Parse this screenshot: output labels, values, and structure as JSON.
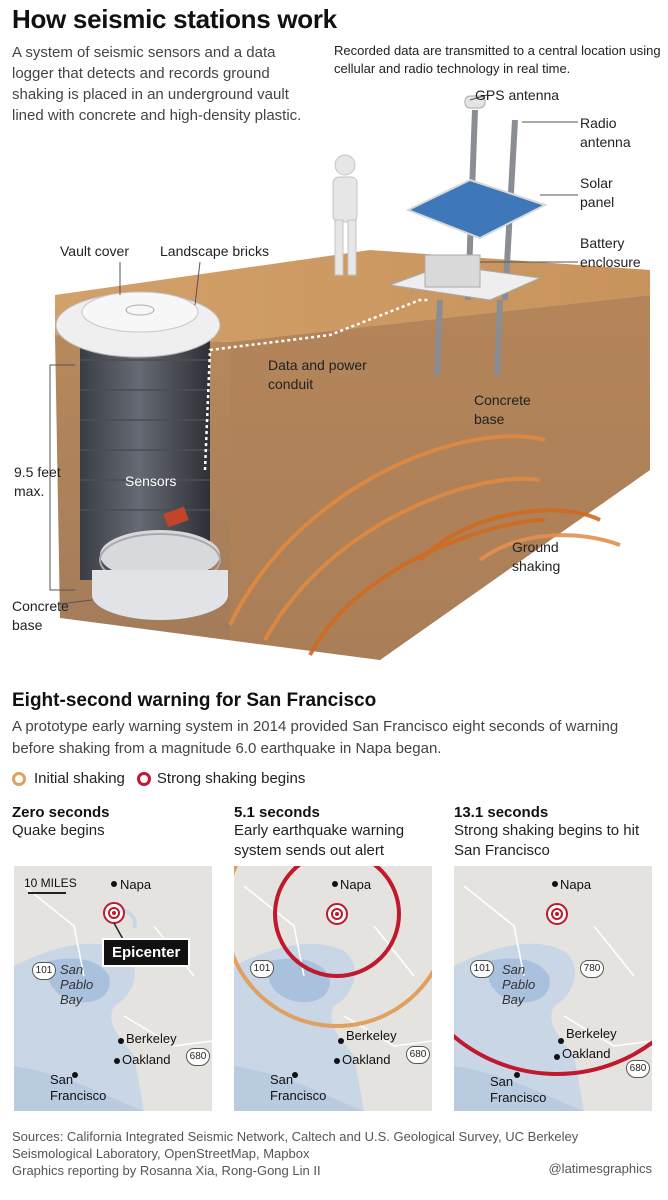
{
  "header": {
    "title": "How seismic stations work",
    "intro": "A system of seismic sensors and a data logger that detects and records ground shaking is placed in an underground vault lined with concrete and high-density plastic.",
    "note": "Recorded data are transmitted to a central location using cellular and radio technology in real time."
  },
  "diagram": {
    "labels": {
      "gps": "GPS antenna",
      "radio": "Radio antenna",
      "solar": "Solar panel",
      "battery": "Battery enclosure",
      "vault_cover": "Vault cover",
      "bricks": "Landscape bricks",
      "conduit": "Data and power conduit",
      "concrete_base_right": "Concrete base",
      "depth": "9.5 feet max.",
      "sensors": "Sensors",
      "ground_shaking": "Ground shaking",
      "concrete_base_left": "Concrete base"
    }
  },
  "warning": {
    "title": "Eight-second warning for San Francisco",
    "description": "A prototype early warning system in 2014 provided San Francisco eight seconds of warning before shaking from a magnitude 6.0 earthquake in Napa began.",
    "legend": {
      "initial": "Initial shaking",
      "strong": "Strong shaking begins",
      "initial_color": "#e0a060",
      "strong_color": "#c0182c"
    },
    "panels": [
      {
        "time": "Zero seconds",
        "caption": "Quake begins"
      },
      {
        "time": "5.1 seconds",
        "caption": "Early earthquake warning system sends out alert"
      },
      {
        "time": "13.1 seconds",
        "caption": "Strong shaking begins to hit San Francisco"
      }
    ],
    "map": {
      "scale": "10 MILES",
      "epicenter": "Epicenter",
      "napa": "Napa",
      "bay_line1": "San",
      "bay_line2": "Pablo",
      "bay_line3": "Bay",
      "berkeley": "Berkeley",
      "oakland": "Oakland",
      "sf_line1": "San",
      "sf_line2": "Francisco",
      "hwy101": "101",
      "hwy680": "680",
      "hwy780": "780"
    }
  },
  "footer": {
    "sources": "Sources: California Integrated Seismic Network, Caltech and U.S. Geological Survey, UC Berkeley Seismological Laboratory, OpenStreetMap, Mapbox",
    "reporting": "Graphics reporting by Rosanna Xia, Rong-Gong Lin II",
    "credit": "@latimesgraphics"
  }
}
